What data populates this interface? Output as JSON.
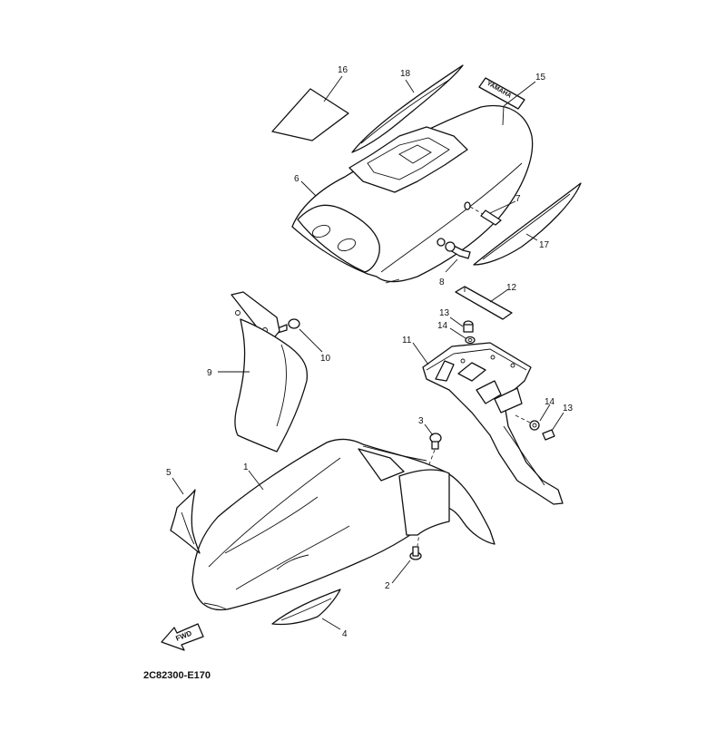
{
  "diagram": {
    "code": "2C82300-E170",
    "fwd_label": "FWD",
    "decal_text": "YAMAHA",
    "callouts": {
      "c1": "1",
      "c2": "2",
      "c3": "3",
      "c4": "4",
      "c5": "5",
      "c6": "6",
      "c7": "7",
      "c8": "8",
      "c9": "9",
      "c10": "10",
      "c11": "11",
      "c12": "12",
      "c13a": "13",
      "c13b": "13",
      "c14a": "14",
      "c14b": "14",
      "c15": "15",
      "c16": "16",
      "c17": "17",
      "c18": "18"
    }
  }
}
